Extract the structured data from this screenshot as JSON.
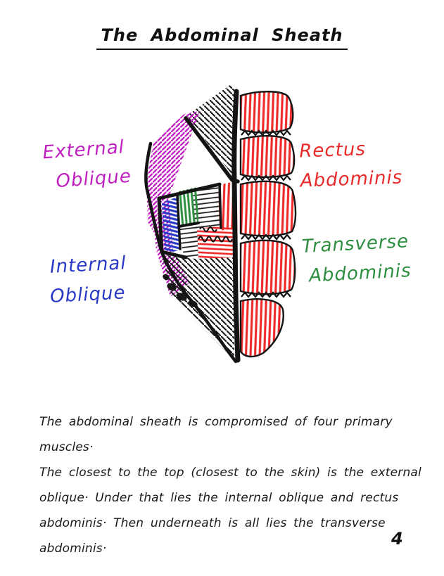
{
  "page": {
    "title": "The Abdominal Sheath",
    "page_number": "4"
  },
  "diagram": {
    "labels": {
      "external_oblique": {
        "line1": "External",
        "line2": "Oblique",
        "color": "#c01fc0"
      },
      "internal_oblique": {
        "line1": "Internal",
        "line2": "Oblique",
        "color": "#2838c4"
      },
      "rectus_abdominis": {
        "line1": "Rectus",
        "line2": "Abdominis",
        "color": "#e92a2a"
      },
      "transverse_abdominis": {
        "line1": "Transverse",
        "line2": "Abdominis",
        "color": "#2f8f41"
      }
    },
    "ink_colors": {
      "external_oblique_hatch": "#c01fc0",
      "internal_oblique_fill": "#2838c4",
      "transverse_abdominis_fill": "#2f8f41",
      "rectus_abdominis_fill": "#ee2727",
      "outline": "#141414"
    }
  },
  "paragraph": {
    "lines": [
      "The abdominal sheath is compromised of four primary muscles·",
      "The closest to the top (closest to the skin) is the external",
      "oblique·   Under that lies the internal oblique and rectus",
      "abdominis·   Then underneath is all lies the transverse abdominis·"
    ]
  }
}
